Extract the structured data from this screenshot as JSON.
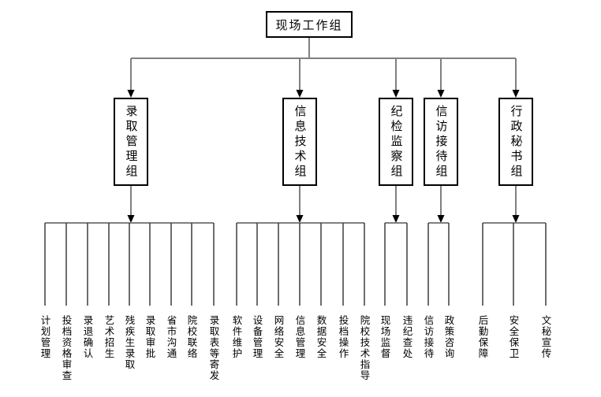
{
  "diagram": {
    "root": {
      "label": "现场工作组"
    },
    "groups": [
      {
        "label": "录取管理组",
        "children": [
          "计划管理",
          "投档资格审查",
          "录退确认",
          "艺术招生",
          "残疾生录取",
          "录取审批",
          "省市沟通",
          "院校联络",
          "录取表等寄发"
        ]
      },
      {
        "label": "信息技术组",
        "children": [
          "软件维护",
          "设备管理",
          "网络安全",
          "信息管理",
          "数据安全",
          "投档操作",
          "院校技术指导"
        ]
      },
      {
        "label": "纪检监察组",
        "children": [
          "现场监督",
          "违纪查处"
        ]
      },
      {
        "label": "信访接待组",
        "children": [
          "信访接待",
          "政策咨询"
        ]
      },
      {
        "label": "行政秘书组",
        "children": [
          "后勤保障",
          "安全保卫",
          "文秘宣传"
        ]
      }
    ],
    "colors": {
      "background": "#ffffff",
      "box_border": "#000000",
      "text": "#000000",
      "connector_line": "#808080",
      "drop_line": "#3c3c3c",
      "arrowhead": "#000000"
    }
  }
}
